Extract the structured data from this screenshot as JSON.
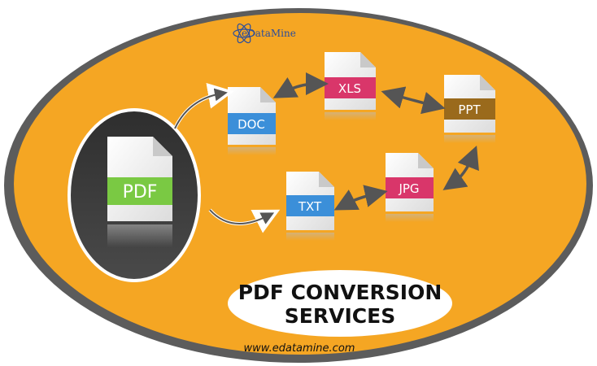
{
  "logo": {
    "text": "eDataMine",
    "icon": "atom-icon",
    "color": "#2a4d9c"
  },
  "source": {
    "label": "PDF",
    "color": "#7ac943"
  },
  "formats": [
    {
      "key": "doc",
      "label": "DOC",
      "color": "#3b8fd9"
    },
    {
      "key": "xls",
      "label": "XLS",
      "color": "#d9366a"
    },
    {
      "key": "ppt",
      "label": "PPT",
      "color": "#9a6a1c"
    },
    {
      "key": "jpg",
      "label": "JPG",
      "color": "#d9366a"
    },
    {
      "key": "txt",
      "label": "TXT",
      "color": "#3b8fd9"
    }
  ],
  "title": {
    "line1": "PDF CONVERSION",
    "line2": "SERVICES"
  },
  "url": "www.edatamine.com",
  "colors": {
    "background": "#f5a623",
    "rim": "#5c5c5c",
    "arrow": "#555555"
  }
}
